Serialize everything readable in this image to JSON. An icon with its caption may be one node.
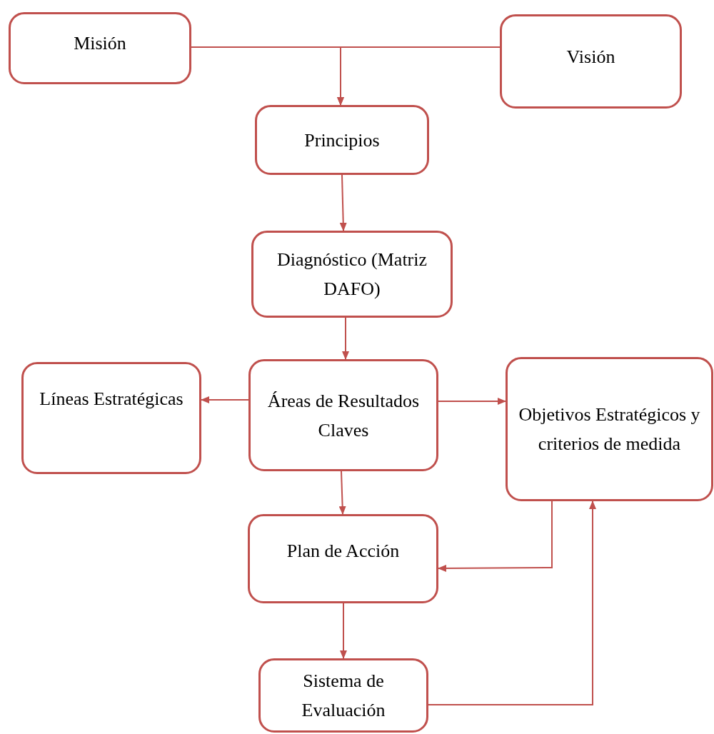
{
  "diagram": {
    "nodes": [
      {
        "text": [
          "Misión"
        ]
      },
      {
        "text": [
          "Visión"
        ]
      },
      {
        "text": [
          "Principios"
        ]
      },
      {
        "text": [
          "Diagnóstico (Matriz DAFO)"
        ]
      },
      {
        "text": [
          "Líneas Estratégicas"
        ]
      },
      {
        "text": [
          "Áreas de Resultados Claves"
        ]
      },
      {
        "text": [
          "Objetivos Estratégicos  y criterios de medida"
        ]
      },
      {
        "text": [
          "Plan de Acción"
        ]
      },
      {
        "text": [
          "Sistema de Evaluación"
        ]
      }
    ],
    "edges": [
      {
        "from": 0,
        "to": 2,
        "arrow": "to"
      },
      {
        "from": 1,
        "to": 2,
        "arrow": "to"
      },
      {
        "from": 2,
        "to": 3,
        "arrow": "to"
      },
      {
        "from": 3,
        "to": 5,
        "arrow": "to"
      },
      {
        "from": 5,
        "to": 4,
        "arrow": "to"
      },
      {
        "from": 5,
        "to": 6,
        "arrow": "to"
      },
      {
        "from": 5,
        "to": 7,
        "arrow": "to"
      },
      {
        "from": 6,
        "to": 7,
        "arrow": "to"
      },
      {
        "from": 7,
        "to": 8,
        "arrow": "to"
      },
      {
        "from": 8,
        "to": 6,
        "arrow": "to"
      }
    ]
  }
}
